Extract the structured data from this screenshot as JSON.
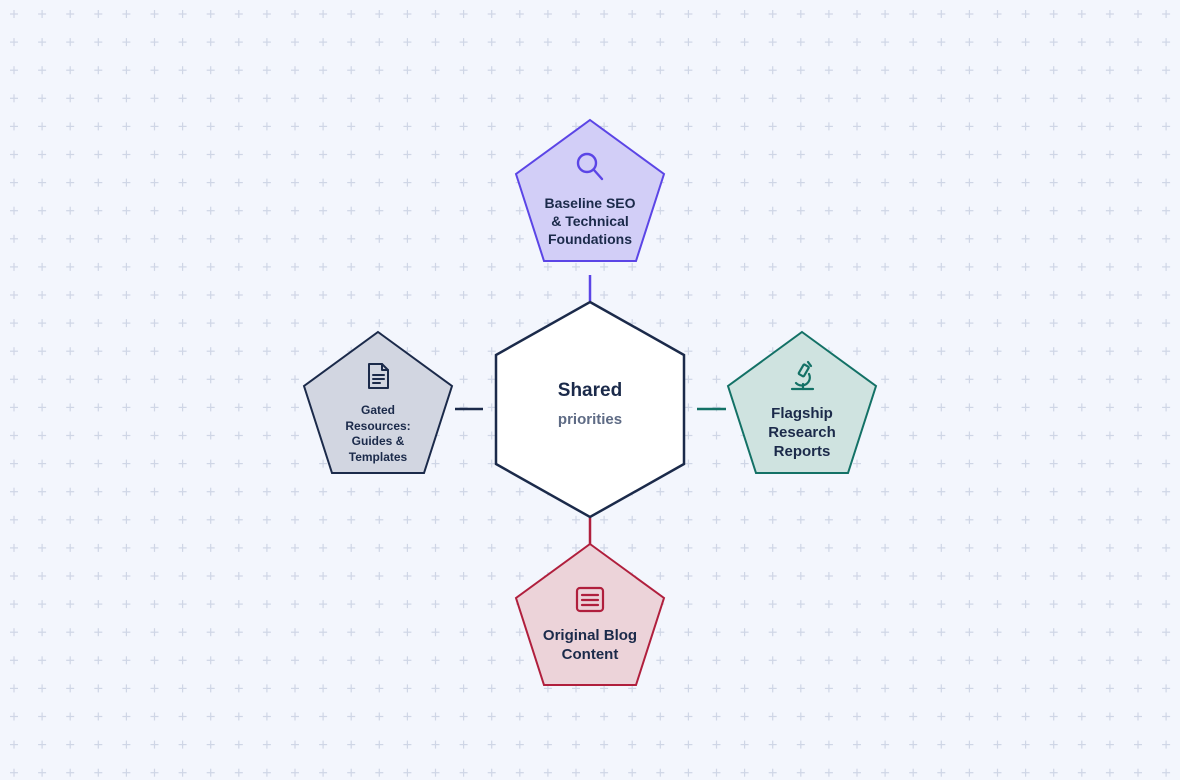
{
  "center": {
    "title": "Shared",
    "subtitle": "priorities"
  },
  "nodes": {
    "top": {
      "lines": [
        "Baseline SEO",
        "& Technical",
        "Foundations"
      ],
      "icon": "magnifier-icon",
      "color": "#5b45e6",
      "fill": "#d2cef7"
    },
    "right": {
      "lines": [
        "Flagship",
        "Research",
        "Reports"
      ],
      "icon": "microscope-icon",
      "color": "#137166",
      "fill": "#cfe3e0"
    },
    "bottom": {
      "lines": [
        "Original Blog",
        "Content"
      ],
      "icon": "article-icon",
      "color": "#b01f3d",
      "fill": "#ecd3d9"
    },
    "left": {
      "lines": [
        "Gated",
        "Resources:",
        "Guides &",
        "Templates"
      ],
      "icon": "document-icon",
      "color": "#1b2a4a",
      "fill": "#d2d6e1"
    }
  },
  "colors": {
    "background": "#f3f6fd",
    "grid_mark": "#cfd6e6",
    "center_stroke": "#1b2a4a",
    "center_title": "#1b2a4a",
    "center_subtitle": "#5e6b85"
  }
}
